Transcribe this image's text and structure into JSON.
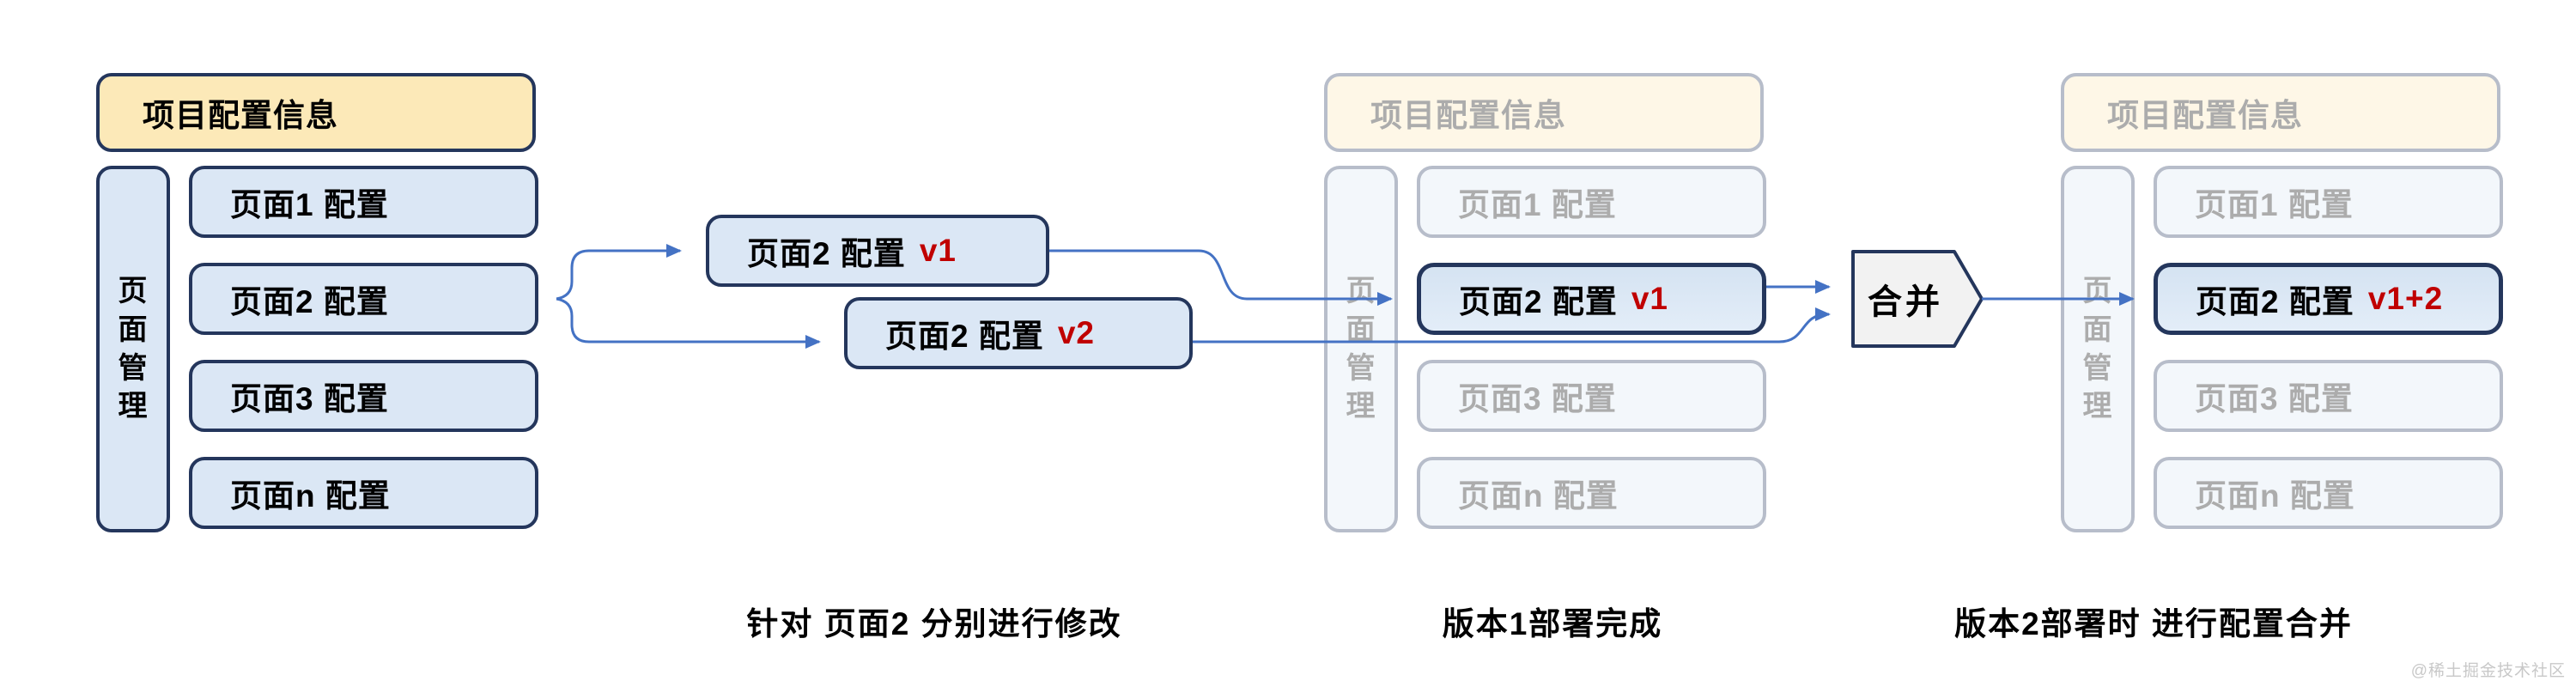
{
  "titles": {
    "project": "项目配置信息",
    "sidebar": "页面管理"
  },
  "pages": {
    "p1": "页面1 配置",
    "p2": "页面2 配置",
    "p3": "页面3 配置",
    "pn": "页面n 配置"
  },
  "versions": {
    "v1": "v1",
    "v2": "v2",
    "merged": "v1+2"
  },
  "merge": {
    "label": "合并"
  },
  "captions": {
    "edit": "针对 页面2 分别进行修改",
    "deploy1": "版本1部署完成",
    "deploy2": "版本2部署时 进行配置合并"
  },
  "watermark": "@稀土掘金技术社区",
  "colors": {
    "border_navy": "#24365c",
    "node_fill": "#dbe7f5",
    "project_fill": "#fce9b8",
    "arrow_blue": "#4472c4",
    "version_red": "#c00000",
    "merge_fill": "#f2f2f2",
    "watermark_gray": "#c8c8c8"
  }
}
